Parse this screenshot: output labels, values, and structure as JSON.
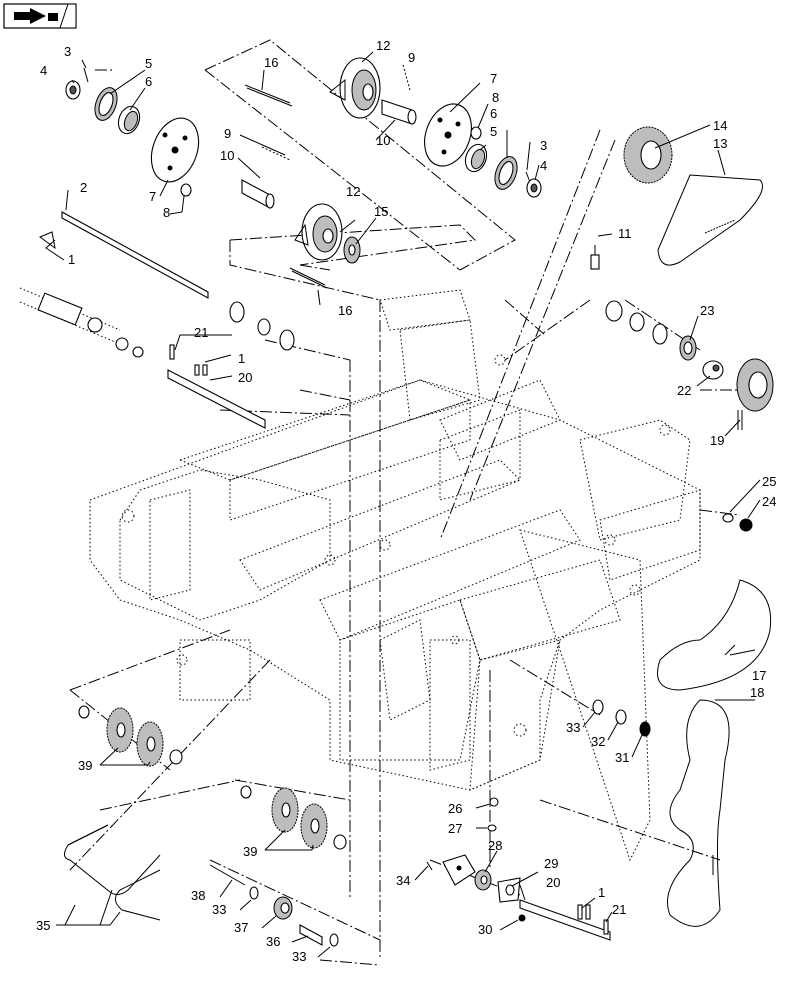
{
  "nav_icon": "forward-arrow-icon",
  "callouts": {
    "c1a": "1",
    "c1b": "1",
    "c1c": "1",
    "c2": "2",
    "c3a": "3",
    "c3b": "3",
    "c4a": "4",
    "c4b": "4",
    "c5a": "5",
    "c5b": "5",
    "c6a": "6",
    "c6b": "6",
    "c7a": "7",
    "c7b": "7",
    "c8a": "8",
    "c8b": "8",
    "c9a": "9",
    "c9b": "9",
    "c10a": "10",
    "c10b": "10",
    "c11": "11",
    "c12a": "12",
    "c12b": "12",
    "c13": "13",
    "c14": "14",
    "c15": "15",
    "c16a": "16",
    "c16b": "16",
    "c17": "17",
    "c18": "18",
    "c19": "19",
    "c20a": "20",
    "c20b": "20",
    "c21a": "21",
    "c21b": "21",
    "c22": "22",
    "c23": "23",
    "c24": "24",
    "c25": "25",
    "c26": "26",
    "c27": "27",
    "c28": "28",
    "c29": "29",
    "c30": "30",
    "c31": "31",
    "c32": "32",
    "c33a": "33",
    "c33b": "33",
    "c33c": "33",
    "c34": "34",
    "c35": "35",
    "c36": "36",
    "c37": "37",
    "c38": "38",
    "c39a": "39",
    "c39b": "39"
  }
}
